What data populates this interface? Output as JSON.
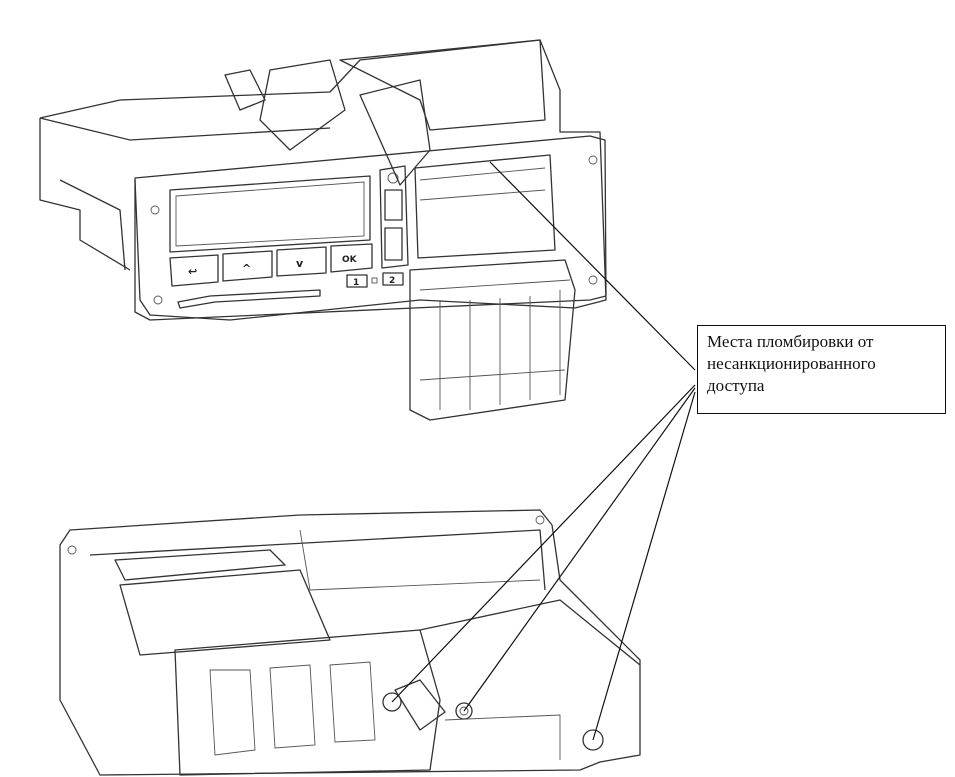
{
  "callout": {
    "lines": [
      "Места пломбировки от",
      "несанкционированного",
      "доступа"
    ]
  },
  "device_top": {
    "buttons": [
      {
        "name": "back",
        "label": "↩"
      },
      {
        "name": "up",
        "label": "^"
      },
      {
        "name": "down",
        "label": "v"
      },
      {
        "name": "ok",
        "label": "OK"
      }
    ],
    "card_slots": [
      "1",
      "2"
    ]
  }
}
